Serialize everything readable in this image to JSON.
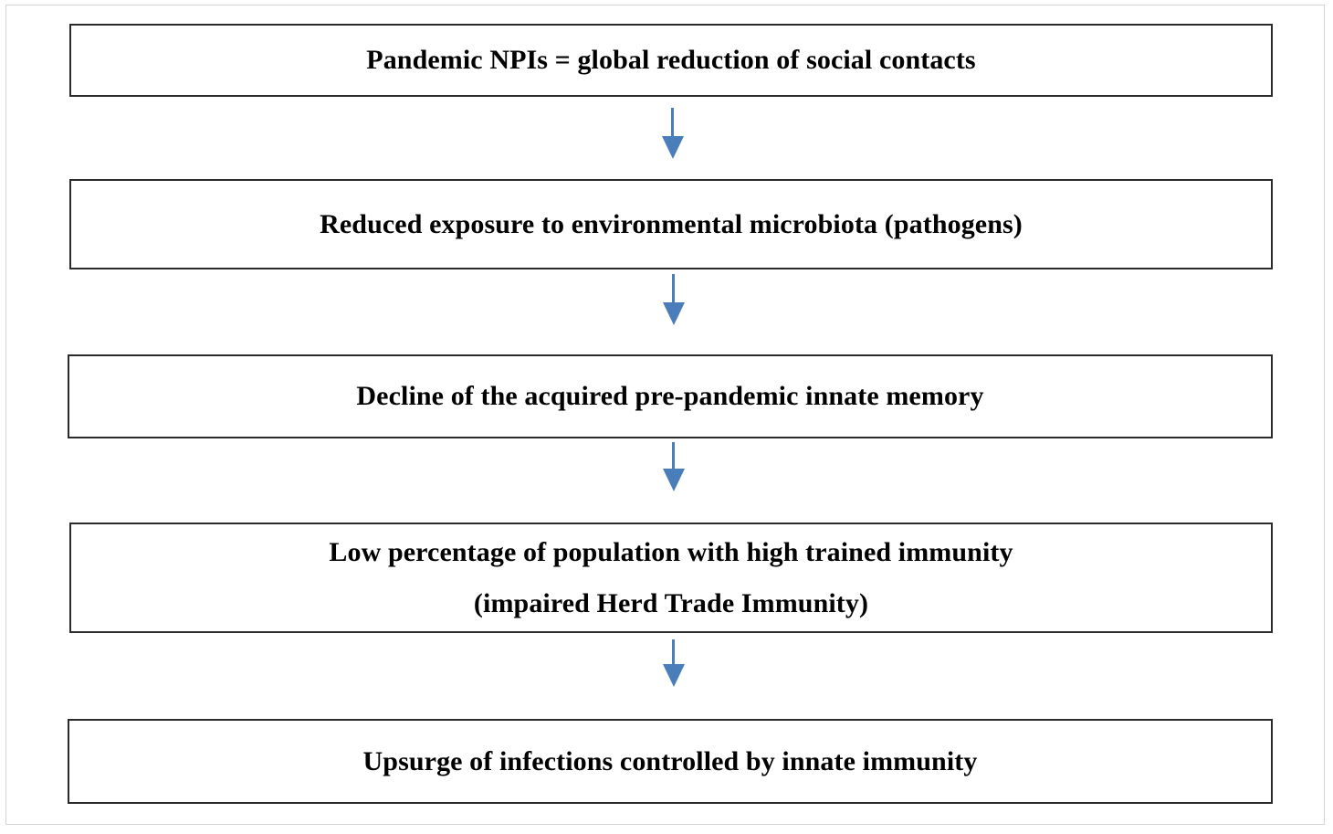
{
  "diagram": {
    "type": "flowchart",
    "orientation": "vertical-top-down",
    "colors": {
      "box_border": "#2b2b2b",
      "box_fill": "#ffffff",
      "text": "#000000",
      "arrow": "#4a7ebb",
      "outer_frame": "#d6d6d6"
    },
    "nodes": [
      {
        "id": "node-1",
        "lines": [
          "Pandemic NPIs  =  global reduction of social contacts"
        ]
      },
      {
        "id": "node-2",
        "lines": [
          "Reduced exposure to environmental microbiota (pathogens)"
        ]
      },
      {
        "id": "node-3",
        "lines": [
          "Decline of the acquired pre-pandemic innate memory"
        ]
      },
      {
        "id": "node-4",
        "lines": [
          "Low percentage of population with high trained immunity",
          "(impaired Herd Trade Immunity)"
        ]
      },
      {
        "id": "node-5",
        "lines": [
          "Upsurge of infections controlled by innate immunity"
        ]
      }
    ],
    "connectors": [
      {
        "id": "arrow-1",
        "from": "node-1",
        "to": "node-2",
        "glyph": "down-arrow"
      },
      {
        "id": "arrow-2",
        "from": "node-2",
        "to": "node-3",
        "glyph": "down-arrow"
      },
      {
        "id": "arrow-3",
        "from": "node-3",
        "to": "node-4",
        "glyph": "down-arrow"
      },
      {
        "id": "arrow-4",
        "from": "node-4",
        "to": "node-5",
        "glyph": "down-arrow"
      }
    ]
  }
}
